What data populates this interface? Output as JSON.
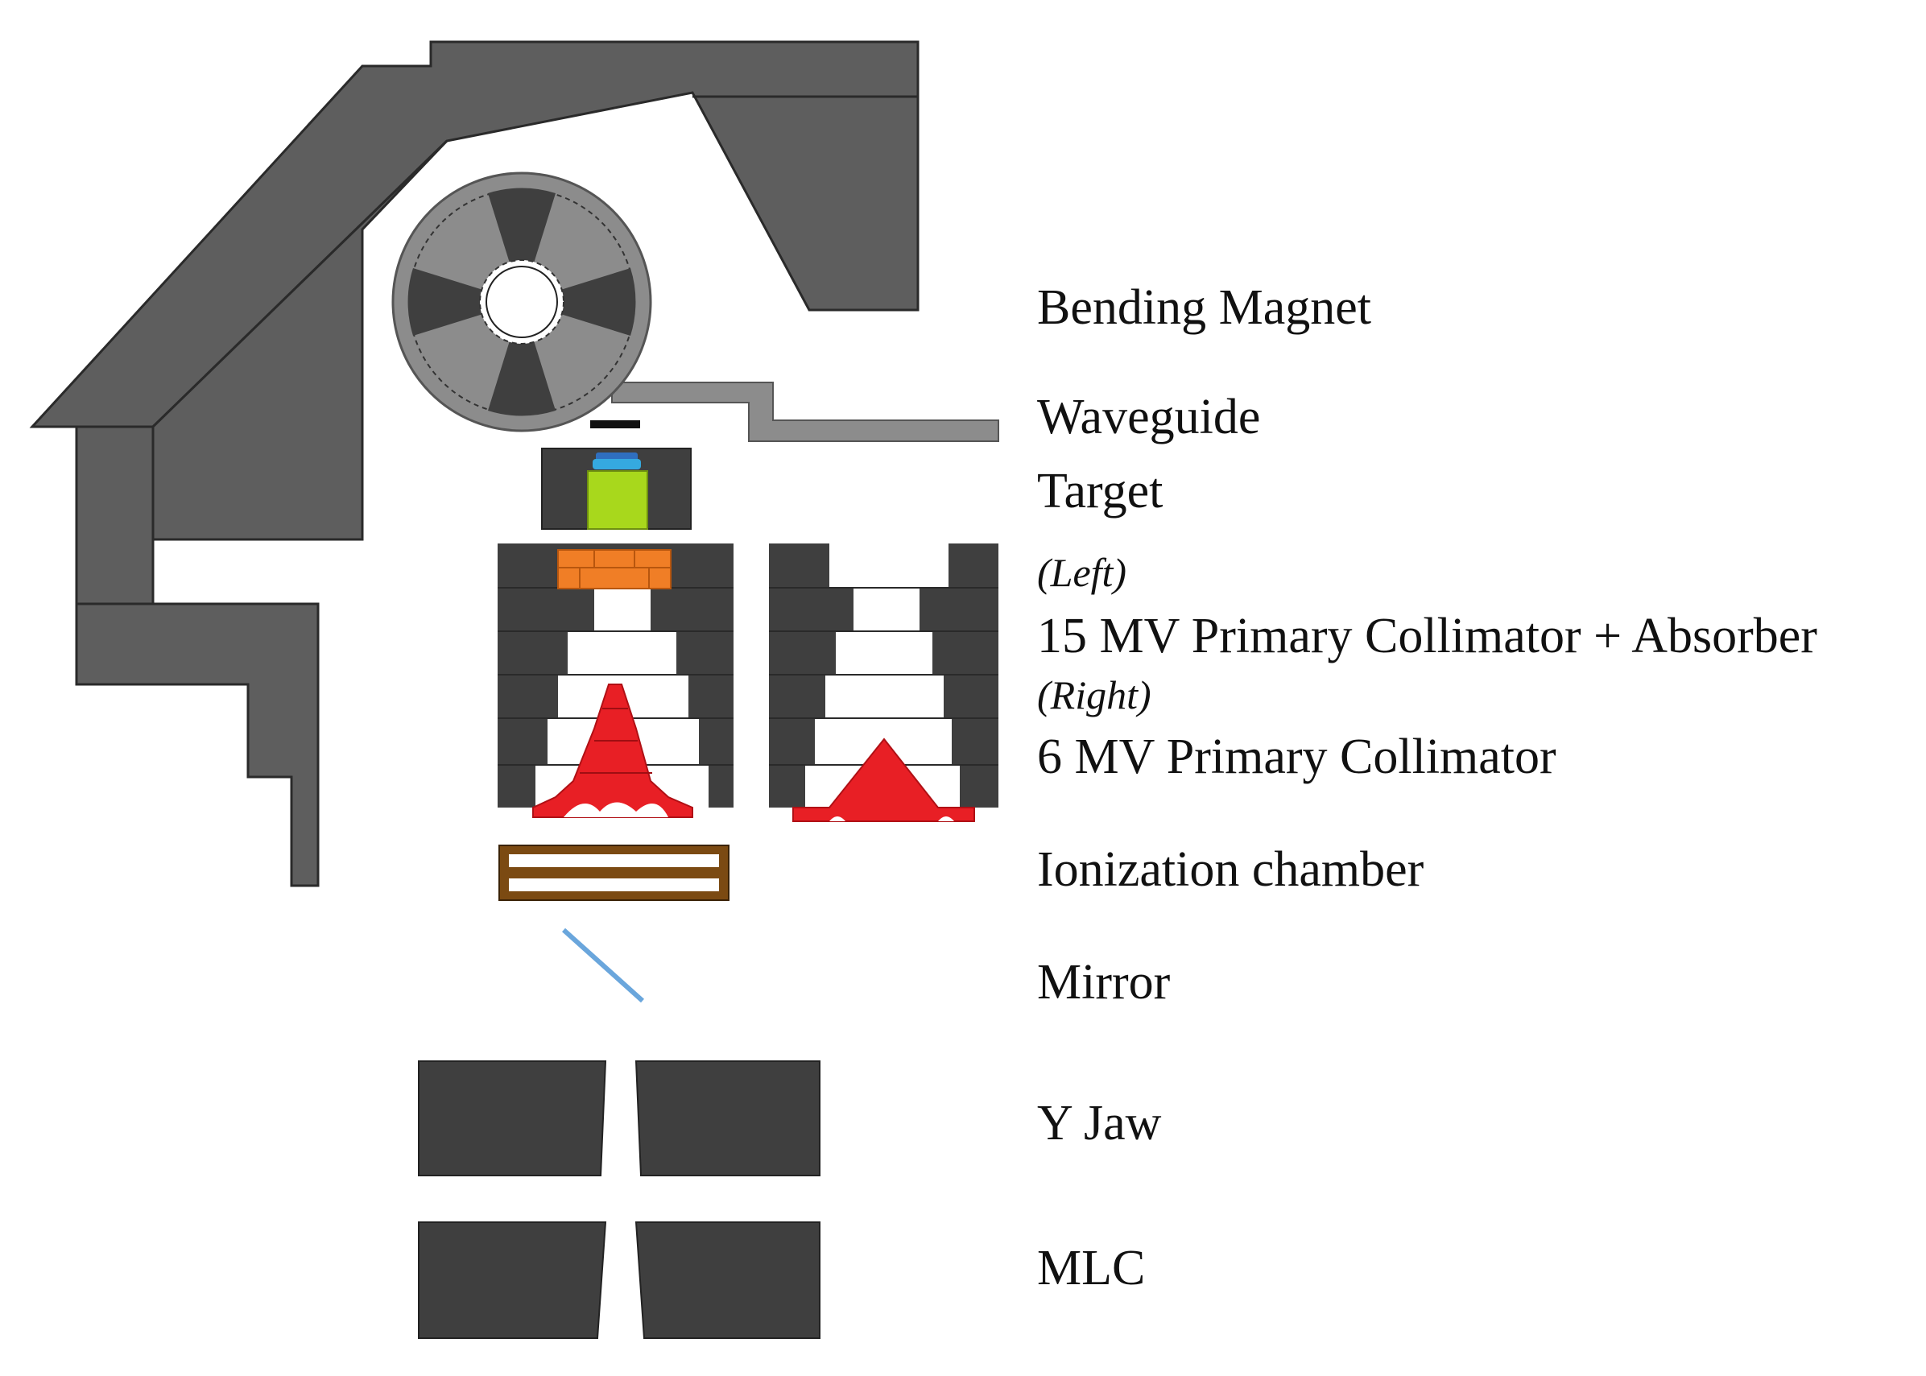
{
  "labels": {
    "bending_magnet": "Bending Magnet",
    "waveguide": "Waveguide",
    "target": "Target",
    "left_note": "(Left)",
    "primary_15mv": "15 MV Primary Collimator + Absorber",
    "right_note": "(Right)",
    "primary_6mv": "6 MV Primary Collimator",
    "ionization_chamber": "Ionization chamber",
    "mirror": "Mirror",
    "y_jaw": "Y Jaw",
    "mlc": "MLC"
  },
  "colors": {
    "shield_dark": "#5e5e5e",
    "block_dark": "#3f3f3f",
    "magnet_gray": "#8c8c8c",
    "target_green": "#a8d81c",
    "window_blue": "#35a9e0",
    "absorber_orange": "#f07e26",
    "filter_red": "#e81f25",
    "chamber_brown": "#7b4a12",
    "mirror_blue": "#6aa6dc",
    "outline": "#2a2a2a"
  }
}
